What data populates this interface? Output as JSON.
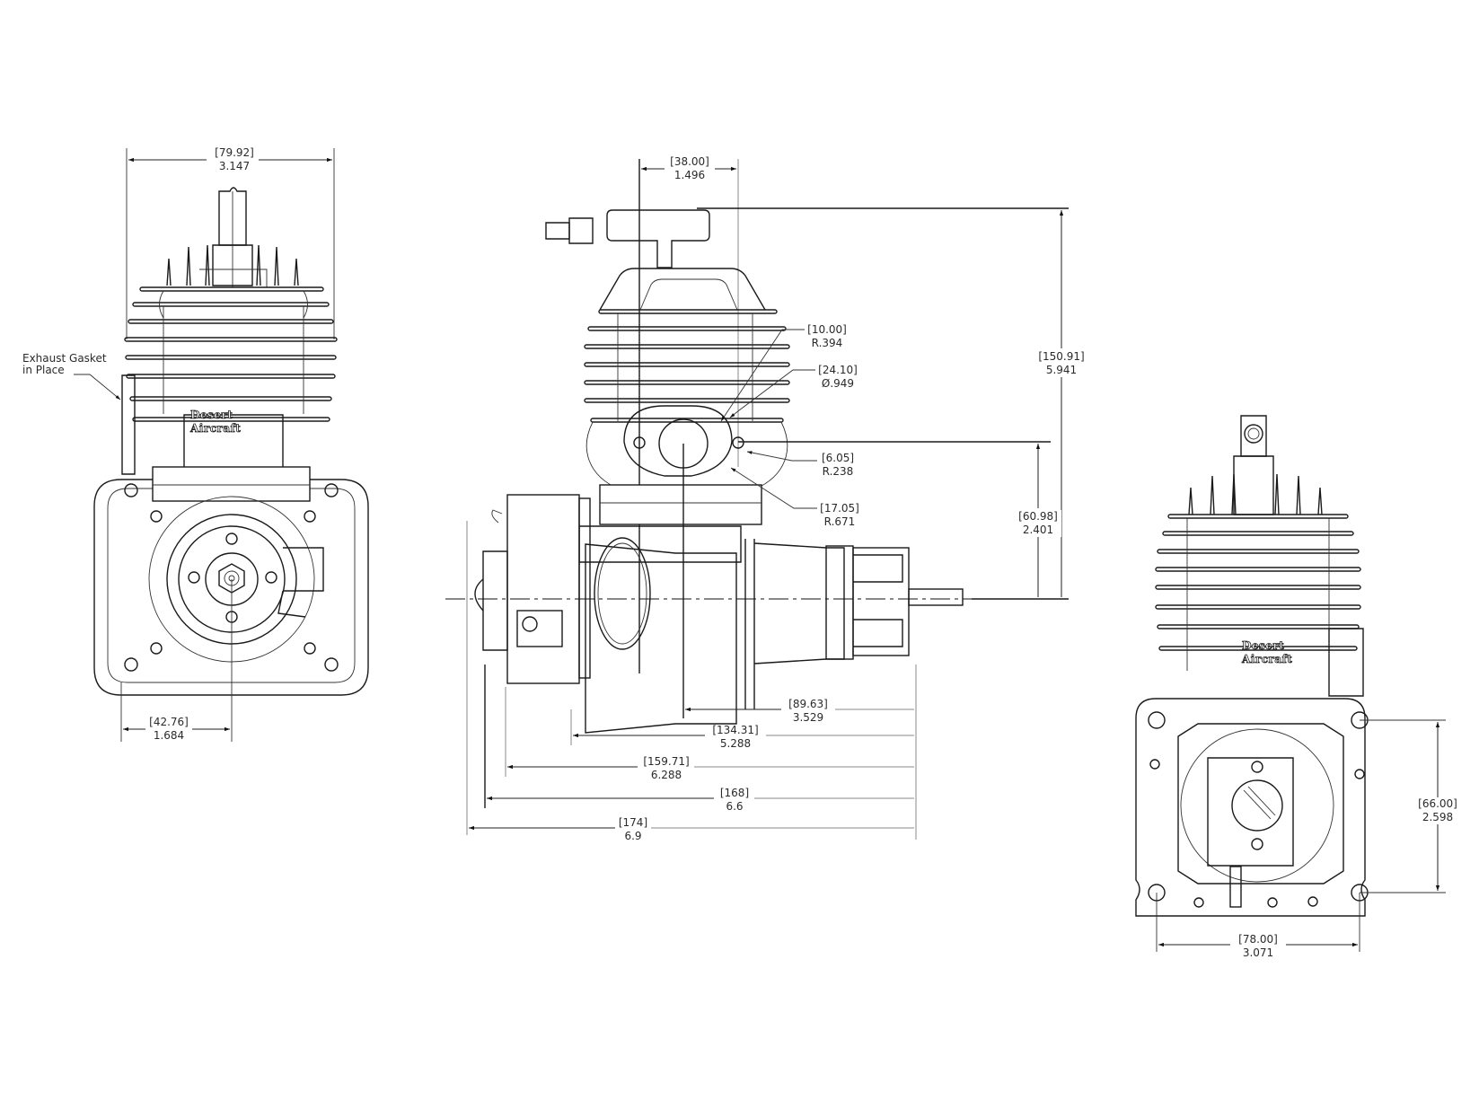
{
  "drawing": {
    "subject": "Desert Aircraft engine dimension drawing",
    "views": [
      "front-view",
      "side-view",
      "rear-view"
    ],
    "brand": {
      "line1": "Desert",
      "line2": "Aircraft"
    },
    "note": {
      "line1": "Exhaust Gasket",
      "line2": "in Place"
    }
  },
  "front_view": {
    "overall_width": {
      "mm": "[79.92]",
      "in": "3.147"
    },
    "shaft_offset": {
      "mm": "[42.76]",
      "in": "1.684"
    }
  },
  "side_view": {
    "plug_spacing": {
      "mm": "[38.00]",
      "in": "1.496"
    },
    "radius_1": {
      "mm": "[10.00]",
      "in": "R.394"
    },
    "diameter_1": {
      "mm": "[24.10]",
      "in": "Ø.949"
    },
    "radius_2": {
      "mm": "[6.05]",
      "in": "R.238"
    },
    "radius_3": {
      "mm": "[17.05]",
      "in": "R.671"
    },
    "overall_height": {
      "mm": "[150.91]",
      "in": "5.941"
    },
    "exhaust_height": {
      "mm": "[60.98]",
      "in": "2.401"
    },
    "length_1": {
      "mm": "[89.63]",
      "in": "3.529"
    },
    "length_2": {
      "mm": "[134.31]",
      "in": "5.288"
    },
    "length_3": {
      "mm": "[159.71]",
      "in": "6.288"
    },
    "length_4": {
      "mm": "[168]",
      "in": "6.6"
    },
    "length_5": {
      "mm": "[174]",
      "in": "6.9"
    }
  },
  "rear_view": {
    "mount_height": {
      "mm": "[66.00]",
      "in": "2.598"
    },
    "mount_width": {
      "mm": "[78.00]",
      "in": "3.071"
    }
  }
}
